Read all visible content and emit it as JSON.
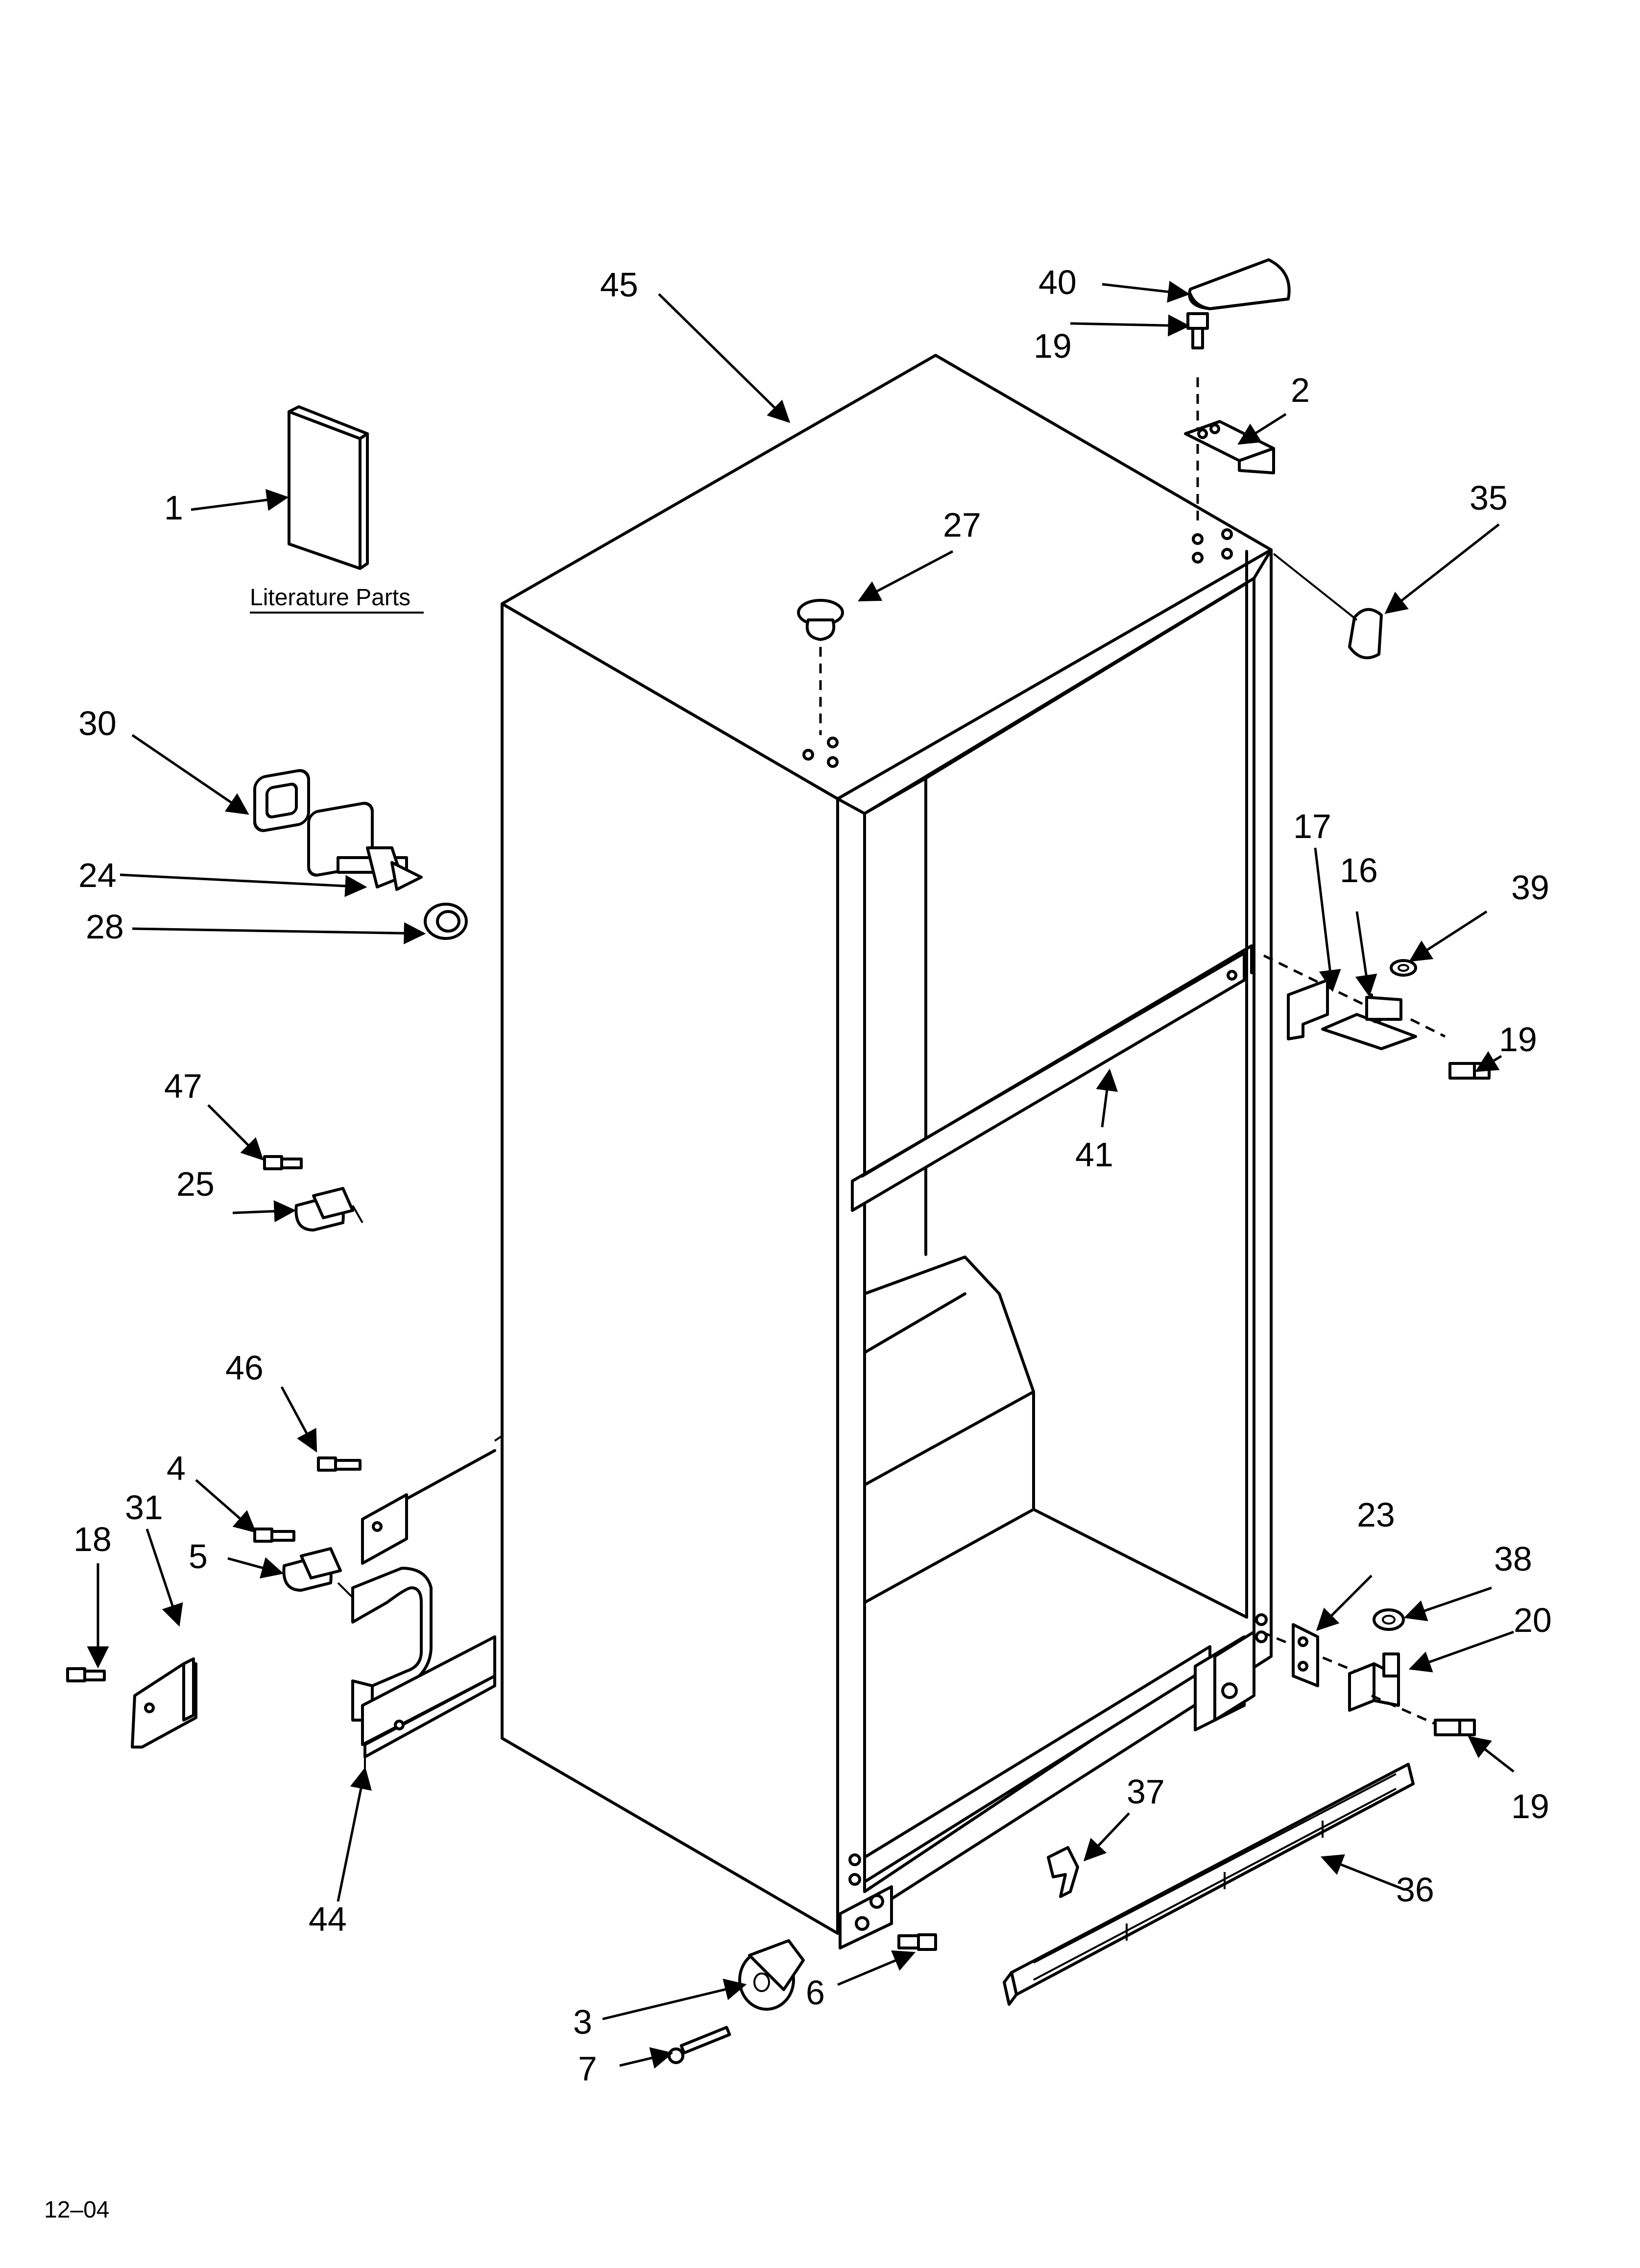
{
  "diagram": {
    "date_code": "12–04",
    "literature_label": "Literature Parts",
    "callouts": {
      "c1": "1",
      "c2": "2",
      "c3": "3",
      "c4": "4",
      "c5": "5",
      "c6": "6",
      "c7": "7",
      "c16": "16",
      "c17": "17",
      "c18": "18",
      "c19a": "19",
      "c19b": "19",
      "c19c": "19",
      "c20": "20",
      "c23": "23",
      "c24": "24",
      "c25": "25",
      "c27": "27",
      "c28": "28",
      "c30": "30",
      "c31": "31",
      "c35": "35",
      "c36": "36",
      "c37": "37",
      "c38": "38",
      "c39": "39",
      "c40": "40",
      "c41": "41",
      "c44": "44",
      "c45": "45",
      "c46": "46",
      "c47": "47"
    }
  }
}
